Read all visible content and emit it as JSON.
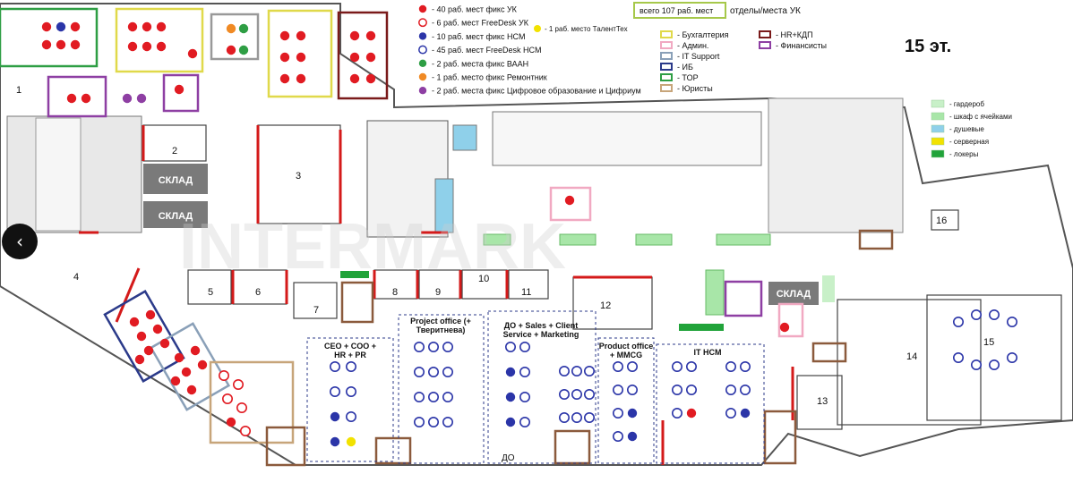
{
  "floor_label": "15 эт.",
  "total_box": "всего 107 раб. мест",
  "total_suffix": "отделы/места УК",
  "watermark": "INTERMARK",
  "nav": {
    "prev_icon": "chevron-left-icon",
    "prev_glyph": "‹"
  },
  "seat_legend": [
    {
      "text": "- 40 раб. мест фикс УК",
      "type": "fill",
      "color": "#e11b22"
    },
    {
      "text": "- 6 раб. мест FreeDesk УК",
      "type": "ring",
      "color": "#e11b22"
    },
    {
      "text": "- 10 раб. мест фикс HCM",
      "type": "fill",
      "color": "#2b35a8"
    },
    {
      "text": "- 45 раб. мест FreeDesk HCM",
      "type": "ring",
      "color": "#2b35a8"
    },
    {
      "text": "- 2 раб. места фикс ВААН",
      "type": "fill",
      "color": "#2e9e44"
    },
    {
      "text": "- 1 раб. место фикс Ремонтник",
      "type": "fill",
      "color": "#f08a24"
    },
    {
      "text": "- 2 раб. места фикс Цифровое образование и Цифриум",
      "type": "fill",
      "color": "#8e3fa3"
    }
  ],
  "talent_legend": {
    "text": "- 1 раб. место ТалентТех",
    "color": "#f2e200"
  },
  "dept_legend_left": [
    {
      "text": "- Бухгалтерия",
      "color": "#e0d94a"
    },
    {
      "text": "- Админ.",
      "color": "#f1a9c2"
    },
    {
      "text": "- IT Support",
      "color": "#8aa0b8"
    },
    {
      "text": "- ИБ",
      "color": "#2b3a8a"
    },
    {
      "text": "- TOP",
      "color": "#2e9e44"
    },
    {
      "text": "- Юристы",
      "color": "#c7a57a"
    }
  ],
  "dept_legend_right": [
    {
      "text": "- HR+КДП",
      "color": "#7a1a1a"
    },
    {
      "text": "- Финансисты",
      "color": "#8e3fa3"
    }
  ],
  "zone_legend": [
    {
      "text": "- гардероб",
      "color": "#c8f0c8"
    },
    {
      "text": "- шкаф с ячейками",
      "color": "#a8e6a8"
    },
    {
      "text": "- душевые",
      "color": "#8fd0ea"
    },
    {
      "text": "- серверная",
      "color": "#f2e200"
    },
    {
      "text": "- локеры",
      "color": "#21a33a"
    }
  ],
  "rooms": {
    "r1": "1",
    "r2": "2",
    "r3": "3",
    "r4": "4",
    "r5": "5",
    "r6": "6",
    "r7": "7",
    "r8": "8",
    "r9": "9",
    "r10": "10",
    "r11": "11",
    "r12": "12",
    "r13": "13",
    "r14": "14",
    "r15": "15",
    "r16": "16"
  },
  "storage_label": "СКЛАД",
  "zones": {
    "ceo_l1": "CEO + COO +",
    "ceo_l2": "HR + PR",
    "proj_l1": "Project office (+",
    "proj_l2": "Тверитнева)",
    "do_l1": "ДО + Sales + Client",
    "do_l2": "Service + Marketing",
    "prod_l1": "Product office",
    "prod_l2": "+ MMCG",
    "ithcm": "IT HCM",
    "do_small": "ДО"
  }
}
